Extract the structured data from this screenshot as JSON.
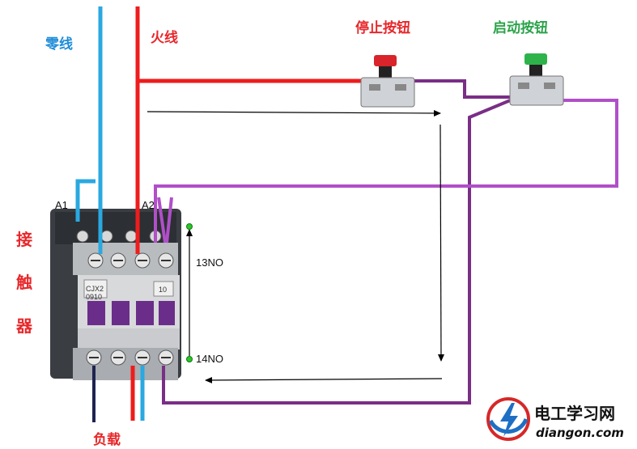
{
  "labels": {
    "neutral": "零线",
    "live": "火线",
    "stop_button": "停止按钮",
    "start_button": "启动按钮",
    "contactor": [
      "接",
      "触",
      "器"
    ],
    "load": "负载",
    "a1": "A1",
    "a2": "A2",
    "no13": "13NO",
    "no14": "14NO",
    "model_line1": "CJX2",
    "model_line2": "0910",
    "aux": "10"
  },
  "watermark": {
    "line1": "电工学习网",
    "line2": "diangon.com"
  },
  "colors": {
    "neutral": "#2aa8e0",
    "live": "#ee1c1c",
    "control": "#7a2e86",
    "control_light": "#b04fc8",
    "load_dark": "#1e2450",
    "stop_cap": "#d8242a",
    "start_cap": "#2db34a",
    "label_red": "#e8272a",
    "label_blue": "#1e8cd8",
    "label_green": "#2ba34a"
  }
}
